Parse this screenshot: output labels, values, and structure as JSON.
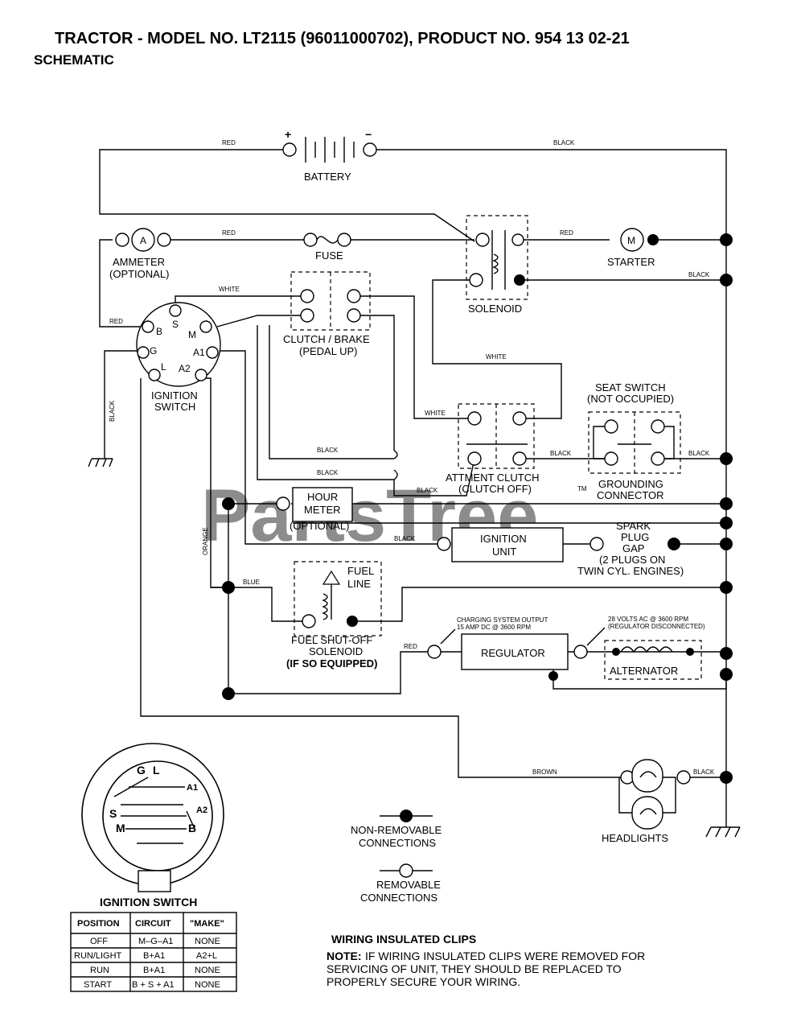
{
  "header": {
    "title": "TRACTOR - MODEL NO. LT2115 (96011000702), PRODUCT NO. 954 13 02-21",
    "subtitle": "SCHEMATIC"
  },
  "watermark": {
    "text": "PartsTree",
    "trademark": "TM"
  },
  "components": {
    "battery": "BATTERY",
    "battery_plus": "+",
    "battery_minus": "−",
    "ammeter": "AMMETER",
    "ammeter_opt": "(OPTIONAL)",
    "ammeter_symbol": "A",
    "fuse": "FUSE",
    "solenoid": "SOLENOID",
    "starter": "STARTER",
    "starter_symbol": "M",
    "clutch_brake": "CLUTCH / BRAKE",
    "clutch_brake_sub": "(PEDAL UP)",
    "ignition_switch": "IGNITION",
    "ignition_switch_2": "SWITCH",
    "seat_switch": "SEAT SWITCH",
    "seat_switch_sub": "(NOT OCCUPIED)",
    "grounding": "GROUNDING",
    "grounding_2": "CONNECTOR",
    "attment_clutch": "ATTMENT CLUTCH",
    "attment_clutch_sub": "(CLUTCH OFF)",
    "hour_meter": "HOUR",
    "hour_meter_2": "METER",
    "hour_meter_opt": "(OPTIONAL)",
    "ignition_unit": "IGNITION",
    "ignition_unit_2": "UNIT",
    "spark_plug_1": "SPARK",
    "spark_plug_2": "PLUG",
    "spark_plug_3": "GAP",
    "spark_plug_4": "(2 PLUGS ON",
    "spark_plug_5": "TWIN CYL. ENGINES)",
    "fuel_line": "FUEL",
    "fuel_line_2": "LINE",
    "fuel_solenoid": "FUEL SHUT-OFF",
    "fuel_solenoid_2": "SOLENOID",
    "fuel_solenoid_3": "(IF SO EQUIPPED)",
    "regulator": "REGULATOR",
    "alternator": "ALTERNATOR",
    "charging_1": "CHARGING SYSTEM OUTPUT",
    "charging_2": "15 AMP DC @ 3600 RPM",
    "ac_1": "28 VOLTS AC @ 3600 RPM",
    "ac_2": "(REGULATOR DISCONNECTED)",
    "headlights": "HEADLIGHTS"
  },
  "pins": {
    "B": "B",
    "S": "S",
    "M": "M",
    "G": "G",
    "A1": "A1",
    "L": "L",
    "A2": "A2"
  },
  "wires": {
    "red_top": "RED",
    "black_top": "BLACK",
    "red_fuse": "RED",
    "red_starter": "RED",
    "black_solenoid": "BLACK",
    "white_1": "WHITE",
    "red_ign": "RED",
    "black_ground": "BLACK",
    "white_2": "WHITE",
    "white_3": "WHITE",
    "black_1": "BLACK",
    "black_2": "BLACK",
    "black_3": "BLACK",
    "black_4": "BLACK",
    "black_5": "BLACK",
    "black_seat": "BLACK",
    "orange": "ORANGE",
    "blue": "BLUE",
    "red_reg": "RED",
    "brown": "BROWN",
    "black_head": "BLACK"
  },
  "legend": {
    "nonremovable_1": "NON-REMOVABLE",
    "nonremovable_2": "CONNECTIONS",
    "removable_1": "REMOVABLE",
    "removable_2": "CONNECTIONS"
  },
  "ign_table": {
    "title": "IGNITION SWITCH",
    "headers": [
      "POSITION",
      "CIRCUIT",
      "\"MAKE\""
    ],
    "rows": [
      [
        "OFF",
        "M–G–A1",
        "NONE"
      ],
      [
        "RUN/LIGHT",
        "B+A1",
        "A2+L"
      ],
      [
        "RUN",
        "B+A1",
        "NONE"
      ],
      [
        "START",
        "B + S + A1",
        "NONE"
      ]
    ]
  },
  "face_labels": {
    "G": "G",
    "L": "L",
    "A1": "A1",
    "A2": "A2",
    "S": "S",
    "M": "M",
    "B": "B"
  },
  "notes": {
    "clips_title": "WIRING INSULATED CLIPS",
    "note_label": "NOTE:",
    "line1": "IF WIRING INSULATED CLIPS WERE REMOVED FOR",
    "line2": "SERVICING OF UNIT, THEY SHOULD BE REPLACED TO",
    "line3": "PROPERLY SECURE YOUR WIRING."
  }
}
